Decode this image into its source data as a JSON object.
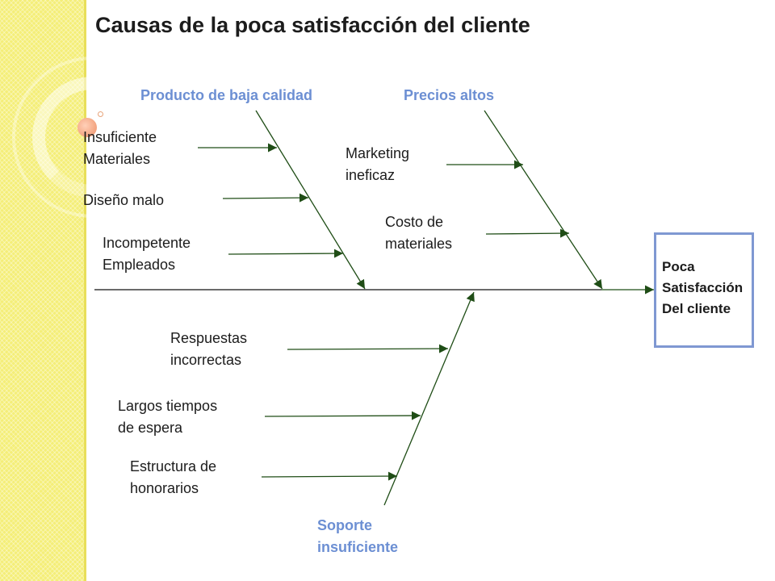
{
  "title": "Causas de la poca satisfacción del cliente",
  "colors": {
    "category": "#6c8fd3",
    "arrow": "#1f4d16",
    "text": "#1c1c1c",
    "box_border": "#7f98d2",
    "sidebar": "#f4ee78"
  },
  "effect": {
    "lines": [
      "Poca",
      "Satisfacción",
      "Del cliente"
    ]
  },
  "categories": [
    {
      "label": "Producto de baja calidad",
      "causes": [
        {
          "lines": [
            "Insuficiente",
            "Materiales"
          ]
        },
        {
          "lines": [
            "Diseño malo"
          ]
        },
        {
          "lines": [
            "Incompetente",
            "Empleados"
          ]
        }
      ]
    },
    {
      "label": "Precios altos",
      "causes": [
        {
          "lines": [
            "Marketing",
            "ineficaz"
          ]
        },
        {
          "lines": [
            "Costo de",
            "materiales"
          ]
        }
      ]
    },
    {
      "label": "Soporte insuficiente",
      "label_lines": [
        "Soporte",
        "insuficiente"
      ],
      "causes": [
        {
          "lines": [
            "Respuestas",
            "incorrectas"
          ]
        },
        {
          "lines": [
            "Largos tiempos",
            "de espera"
          ]
        },
        {
          "lines": [
            "Estructura de",
            "honorarios"
          ]
        }
      ]
    }
  ]
}
